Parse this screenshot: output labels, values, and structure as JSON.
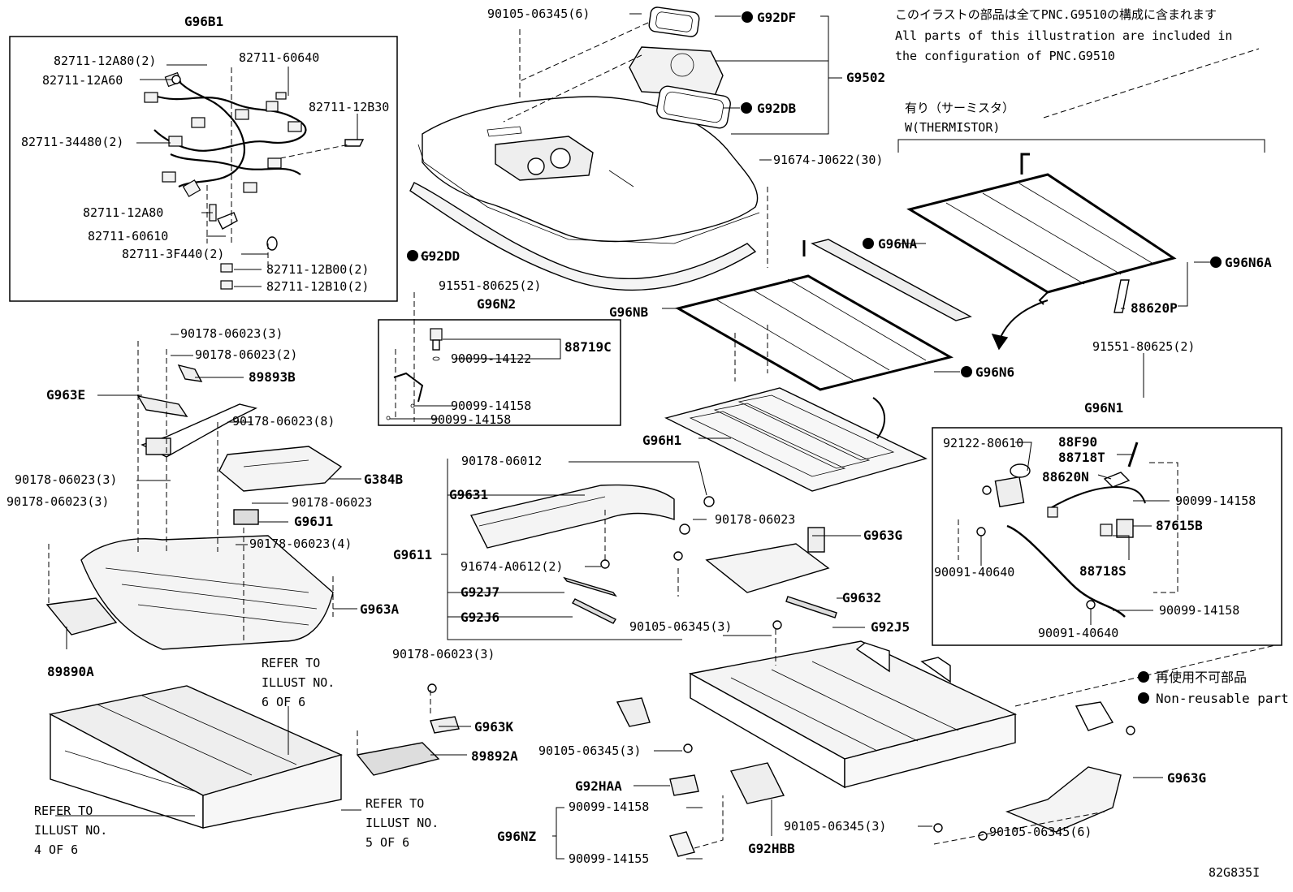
{
  "notes": {
    "jp": "このイラストの部品は全てPNC.G9510の構成に含まれます",
    "en1": "All parts of this illustration are included in",
    "en2": "the configuration of PNC.G9510",
    "thermistor_jp": "有り（サーミスタ）",
    "thermistor_en": "W(THERMISTOR)",
    "legend_jp": "再使用不可部品",
    "legend_en": "Non-reusable part",
    "refer_6_line1": "REFER TO",
    "refer_6_line2": "ILLUST NO.",
    "refer_6_line3": "6 OF 6",
    "refer_4_line1": "REFER TO",
    "refer_4_line2": "ILLUST NO.",
    "refer_4_line3": "4 OF 6",
    "refer_5_line1": "REFER TO",
    "refer_5_line2": "ILLUST NO.",
    "refer_5_line3": "5 OF 6",
    "diagram_code": "82G835I"
  },
  "labels": {
    "g96b1": "G96B1",
    "p82711_12a80_2": "82711-12A80(2)",
    "p82711_60640": "82711-60640",
    "p82711_12a60": "82711-12A60",
    "p82711_12b30": "82711-12B30",
    "p82711_34480_2": "82711-34480(2)",
    "p82711_12a80": "82711-12A80",
    "p82711_60610": "82711-60610",
    "p82711_3f440_2": "82711-3F440(2)",
    "p82711_12b00_2": "82711-12B00(2)",
    "p82711_12b10_2": "82711-12B10(2)",
    "p90105_06345_6_top": "90105-06345(6)",
    "g92df": "G92DF",
    "g9502": "G9502",
    "g92db": "G92DB",
    "p91674_j0622_30": "91674-J0622(30)",
    "g92dd": "G92DD",
    "p91551_80625_2_a": "91551-80625(2)",
    "g96n2": "G96N2",
    "p88719c": "88719C",
    "p90099_14122": "90099-14122",
    "p90099_14158_a": "90099-14158",
    "p90099_14158_b": "90099-14158",
    "g96na": "G96NA",
    "g96n6a": "G96N6A",
    "p88620p": "88620P",
    "g96nb": "G96NB",
    "g96n6": "G96N6",
    "p91551_80625_2_b": "91551-80625(2)",
    "g96n1": "G96N1",
    "g96h1": "G96H1",
    "p92122_80610": "92122-80610",
    "p88f90": "88F90",
    "p88718t": "88718T",
    "p88620n": "88620N",
    "p90099_14158_c": "90099-14158",
    "p87615b": "87615B",
    "p90091_40640_a": "90091-40640",
    "p88718s": "88718S",
    "p90099_14158_d": "90099-14158",
    "p90091_40640_b": "90091-40640",
    "p90178_06023_3_a": "90178-06023(3)",
    "p90178_06023_2": "90178-06023(2)",
    "p89893b": "89893B",
    "g963e": "G963E",
    "p90178_06023_8": "90178-06023(8)",
    "g384b": "G384B",
    "p90178_06023_3_b": "90178-06023(3)",
    "p90178_06023_3_c": "90178-06023(3)",
    "p90178_06023_a": "90178-06023",
    "g96j1": "G96J1",
    "p90178_06023_4": "90178-06023(4)",
    "g963a": "G963A",
    "p89890a": "89890A",
    "p90178_06012": "90178-06012",
    "g9631": "G9631",
    "p90178_06023_b": "90178-06023",
    "g963g_a": "G963G",
    "g9611": "G9611",
    "p91674_a0612_2": "91674-A0612(2)",
    "g92j7": "G92J7",
    "g9632": "G9632",
    "g92j6": "G92J6",
    "g92j5": "G92J5",
    "p90105_06345_3_a": "90105-06345(3)",
    "p90178_06023_3_d": "90178-06023(3)",
    "g963k": "G963K",
    "p89892a": "89892A",
    "p90105_06345_3_b": "90105-06345(3)",
    "g92haa": "G92HAA",
    "p90099_14158_e": "90099-14158",
    "g96nz": "G96NZ",
    "p90099_14155": "90099-14155",
    "g92hbb": "G92HBB",
    "p90105_06345_3_c": "90105-06345(3)",
    "p90105_06345_6_b": "90105-06345(6)",
    "g963g_b": "G963G"
  }
}
